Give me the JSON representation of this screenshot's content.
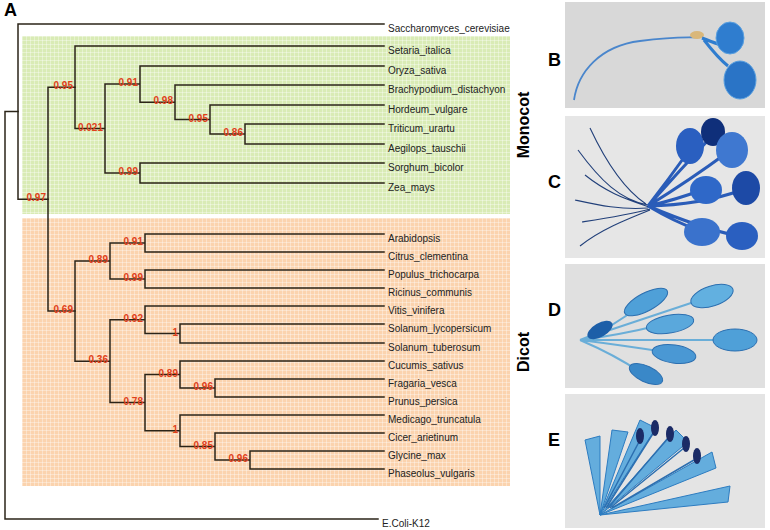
{
  "diagram": {
    "nodes": [
      {
        "text": [
          "Monocot"
        ]
      },
      {
        "text": [
          "Dicot"
        ]
      }
    ],
    "labels": [
      "A",
      "Saccharomyces_cerevisiae",
      "Setaria_italica",
      "Oryza_sativa",
      "Brachypodium_distachyon",
      "Hordeum_vulgare",
      "Triticum_urartu",
      "Aegilops_tauschii",
      "Sorghum_bicolor",
      "Zea_mays",
      "Arabidopsis",
      "Citrus_clementina",
      "Populus_trichocarpa",
      "Ricinus_communis",
      "Vitis_vinifera",
      "Solanum_lycopersicum",
      "Solanum_tuberosum",
      "Cucumis_sativus",
      "Fragaria_vesca",
      "Prunus_persica",
      "Medicago_truncatula",
      "Cicer_arietinum",
      "Glycine_max",
      "Phaseolus_vulgaris",
      "E.Coli-K12",
      "0.97",
      "0.95",
      "0.021",
      "0.91",
      "0.98",
      "0.95",
      "0.86",
      "0.99",
      "0.69",
      "0.89",
      "0.91",
      "0.99",
      "0.36",
      "0.92",
      "1",
      "0.78",
      "0.89",
      "0.96",
      "1",
      "0.85",
      "0.96",
      "B",
      "C",
      "D",
      "E"
    ]
  }
}
